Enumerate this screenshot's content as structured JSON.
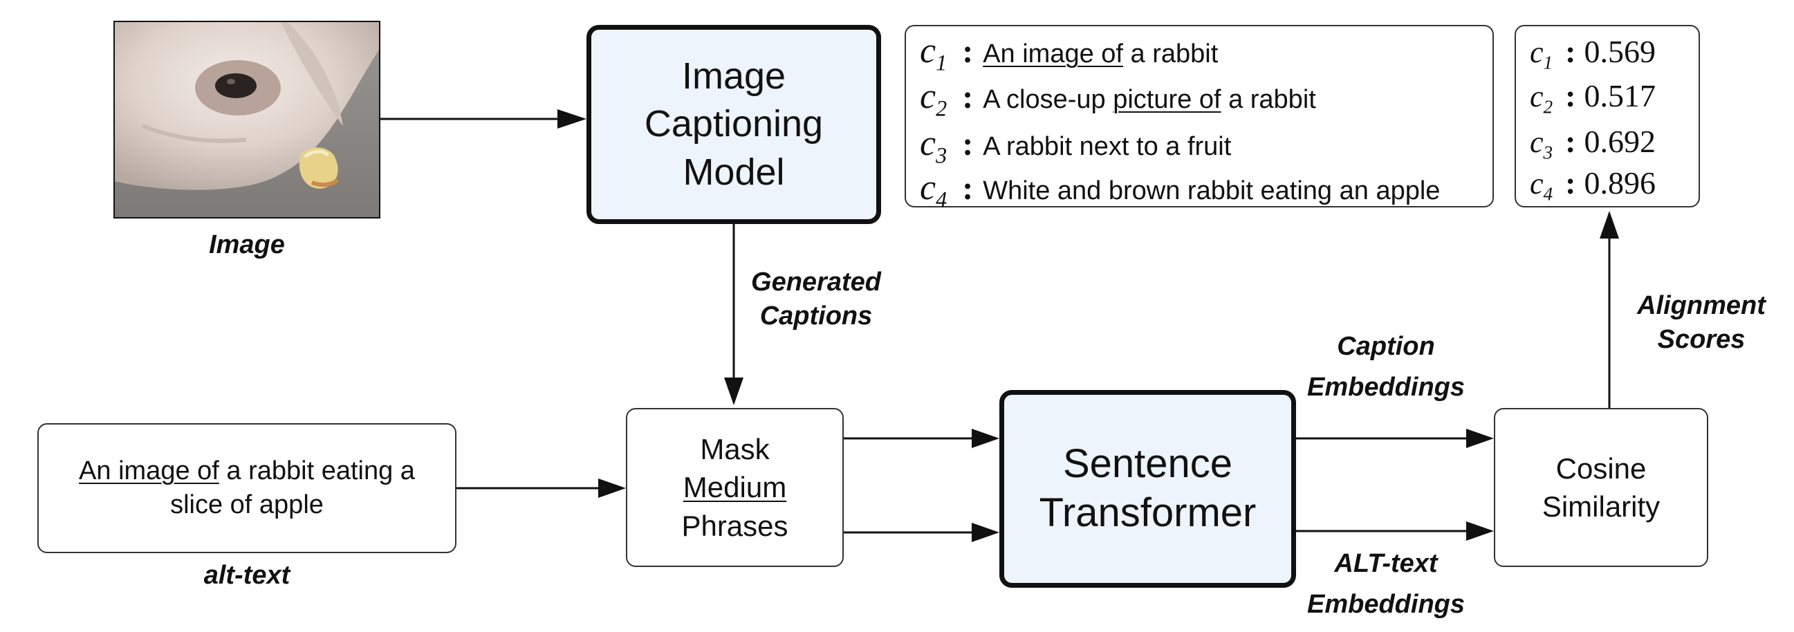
{
  "image_label": "Image",
  "image_model": {
    "line1": "Image",
    "line2": "Captioning",
    "line3": "Model"
  },
  "generated_captions_label": {
    "line1": "Generated",
    "line2": "Captions"
  },
  "captions": [
    {
      "id": "c",
      "sub": "1",
      "pre": "",
      "underlined": "An image of",
      "post": " a rabbit"
    },
    {
      "id": "c",
      "sub": "2",
      "pre": "A close-up ",
      "underlined": "picture of",
      "post": " a rabbit"
    },
    {
      "id": "c",
      "sub": "3",
      "pre": "A rabbit next to a fruit",
      "underlined": "",
      "post": ""
    },
    {
      "id": "c",
      "sub": "4",
      "pre": "White and brown rabbit eating an apple",
      "underlined": "",
      "post": ""
    }
  ],
  "scores": [
    {
      "id": "c",
      "sub": "1",
      "value": "0.569"
    },
    {
      "id": "c",
      "sub": "2",
      "value": "0.517"
    },
    {
      "id": "c",
      "sub": "3",
      "value": "0.692"
    },
    {
      "id": "c",
      "sub": "4",
      "value": "0.896"
    }
  ],
  "colon": ":",
  "alignment_scores_label": {
    "line1": "Alignment",
    "line2": "Scores"
  },
  "alt_text_box": {
    "underlined": "An image of",
    "rest1": " a rabbit eating a",
    "line2": "slice of apple"
  },
  "alt_text_label": "alt-text",
  "mask_box": {
    "line1": "Mask",
    "line2": "Medium",
    "line3": "Phrases"
  },
  "sentence_transformer": {
    "line1": "Sentence",
    "line2": "Transformer"
  },
  "caption_embeddings_label": {
    "line1": "Caption",
    "line2": "Embeddings"
  },
  "alt_embeddings_label": {
    "line1": "ALT-text",
    "line2": "Embeddings"
  },
  "cosine_box": {
    "line1": "Cosine",
    "line2": "Similarity"
  },
  "colors": {
    "model_fill": "#eef4fc",
    "stroke": "#111111"
  }
}
